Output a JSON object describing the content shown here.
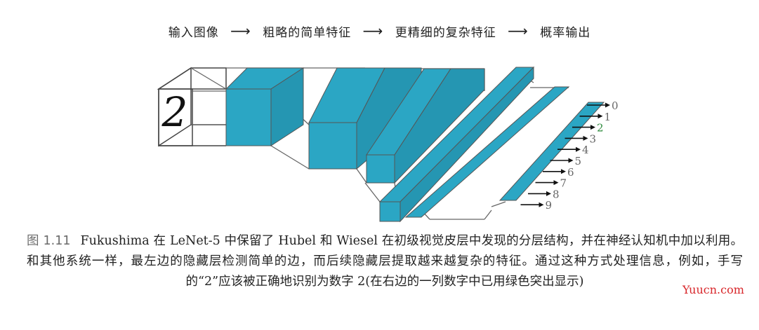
{
  "pipeline": {
    "step1": "输入图像",
    "step2": "粗略的简单特征",
    "step3": "更精细的复杂特征",
    "step4": "概率输出",
    "arrow": "⟶"
  },
  "figure": {
    "input_digit": "2",
    "outputs": [
      "0",
      "1",
      "2",
      "3",
      "4",
      "5",
      "6",
      "7",
      "8",
      "9"
    ],
    "highlight_index": 2,
    "highlight_color": "#2e8b3e",
    "block_color": "#2ba6c4",
    "line_color": "#555555"
  },
  "caption": {
    "label": "图 1.11",
    "text": "Fukushima 在 LeNet-5 中保留了 Hubel 和 Wiesel 在初级视觉皮层中发现的分层结构，并在神经认知机中加以利用。和其他系统一样，最左边的隐藏层检测简单的边，而后续隐藏层提取越来越复杂的特征。通过这种方式处理信息，例如，手写的“2”应该被正确地识别为数字 2(在右边的一列数字中已用绿色突出显示)"
  },
  "watermark": "Yuucn.com"
}
